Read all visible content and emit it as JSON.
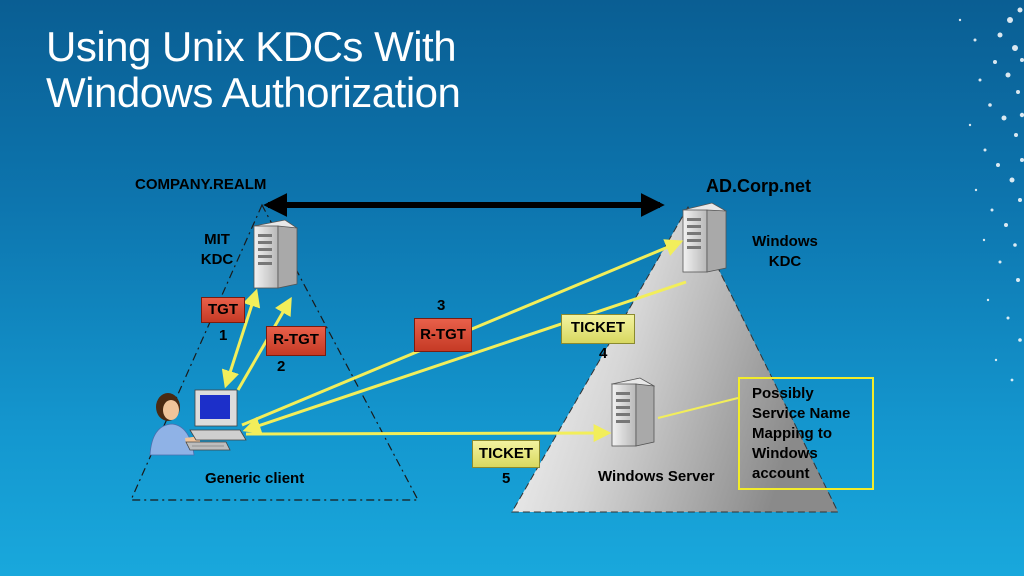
{
  "slide": {
    "title_line1": "Using Unix KDCs With",
    "title_line2": "Windows Authorization"
  },
  "realms": {
    "left_realm": "COMPANY.REALM",
    "right_realm": "AD.Corp.net"
  },
  "nodes": {
    "mit_kdc_line1": "MIT",
    "mit_kdc_line2": "KDC",
    "windows_kdc_line1": "Windows",
    "windows_kdc_line2": "KDC",
    "client": "Generic client",
    "windows_server": "Windows Server"
  },
  "messages": {
    "tgt": "TGT",
    "step1": "1",
    "rtgt_left": "R-TGT",
    "step2": "2",
    "step3": "3",
    "rtgt_mid": "R-TGT",
    "ticket4": "TICKET",
    "step4": "4",
    "ticket5": "TICKET",
    "step5": "5"
  },
  "callout": {
    "text": "Possibly\nService Name\nMapping to\nWindows\naccount"
  },
  "colors": {
    "arrow_yellow": "#f2ee5a",
    "ticket_fill": "#e6e682",
    "tgt_fill": "#d9472f",
    "background": "#0d75ae"
  }
}
